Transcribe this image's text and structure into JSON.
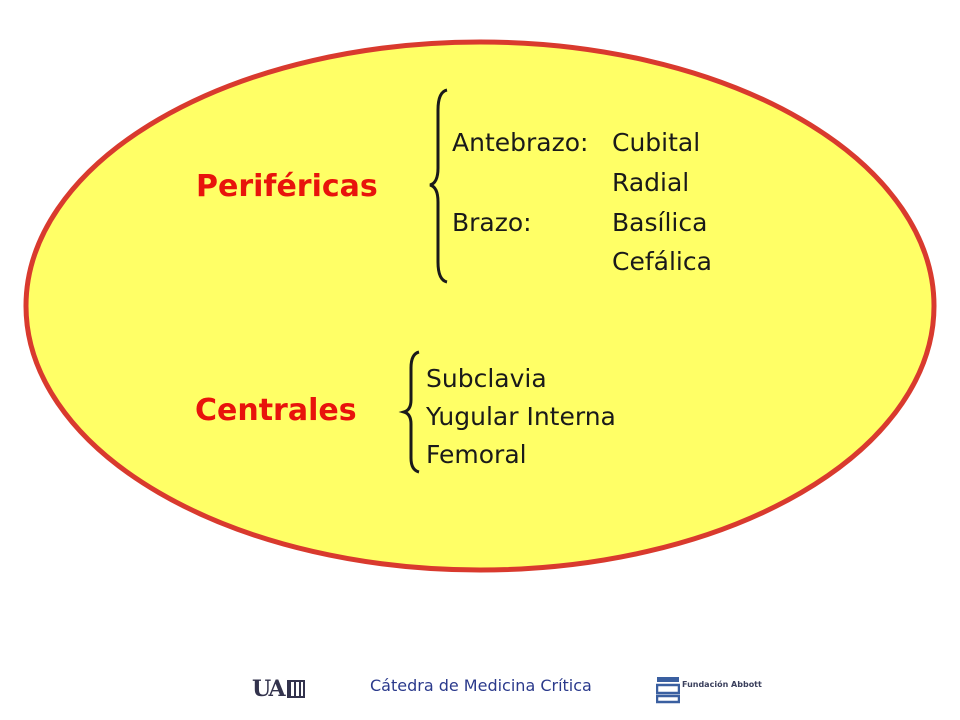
{
  "diagram": {
    "ellipse_fill": "#ffff66",
    "ellipse_stroke": "#d93a2e",
    "heading_color": "#e8130c",
    "perifericas": {
      "heading": "Periféricas",
      "antebrazo_label": "Antebrazo:",
      "antebrazo_veins": [
        "Cubital",
        "Radial"
      ],
      "brazo_label": "Brazo:",
      "brazo_veins": [
        "Basílica",
        "Cefálica"
      ]
    },
    "centrales": {
      "heading": "Centrales",
      "veins": [
        "Subclavia",
        "Yugular Interna",
        "Femoral"
      ]
    }
  },
  "footer": {
    "title": "Cátedra de Medicina Crítica",
    "logo_left_text": "UA",
    "logo_right_text": "Fundación Abbott",
    "text_color": "#2b3a8c"
  }
}
